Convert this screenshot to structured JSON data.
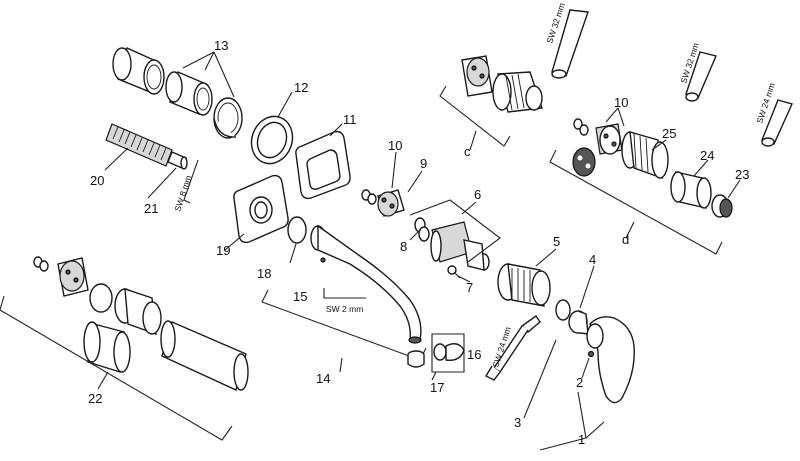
{
  "callouts": {
    "n1": "1",
    "n2": "2",
    "n3": "3",
    "n4": "4",
    "n5": "5",
    "n6": "6",
    "n7": "7",
    "n8": "8",
    "n9": "9",
    "n10a": "10",
    "n10b": "10",
    "n11": "11",
    "n12": "12",
    "n13": "13",
    "n14": "14",
    "n15": "15",
    "n16": "16",
    "n17": "17",
    "n18": "18",
    "n19": "19",
    "n20": "20",
    "n21": "21",
    "n22": "22",
    "n23": "23",
    "n24": "24",
    "n25": "25",
    "c": "c",
    "d": "d"
  },
  "tool_labels": {
    "sw32_top": "SW 32 mm",
    "sw32_mid": "SW 32 mm",
    "sw24_right": "SW 24 mm",
    "sw8": "SW 8 mm",
    "sw2": "SW 2 mm",
    "sw24_wrench": "SW 24 mm"
  }
}
